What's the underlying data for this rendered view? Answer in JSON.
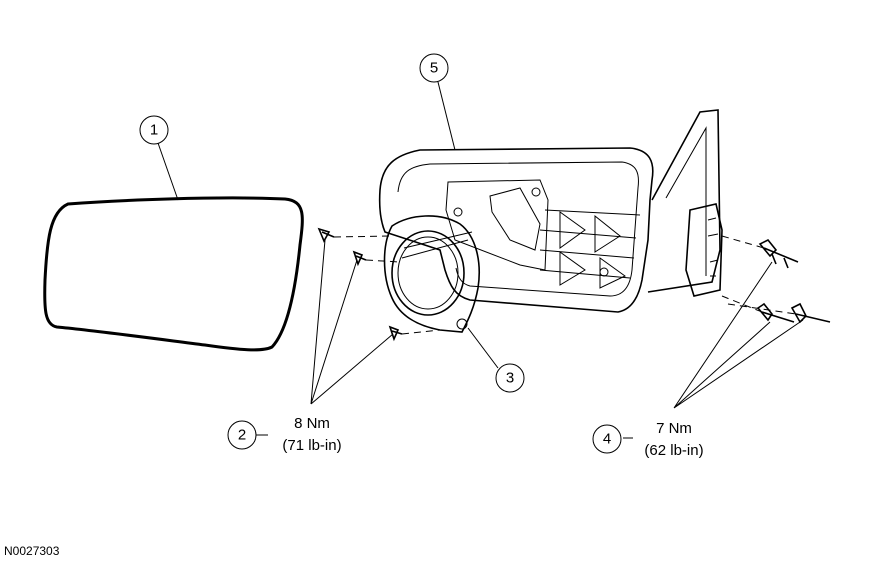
{
  "figure_id": "N0027303",
  "callouts": [
    {
      "number": "1"
    },
    {
      "number": "2",
      "torque_nm": "8 Nm",
      "torque_lbin": "(71 lb-in)"
    },
    {
      "number": "3"
    },
    {
      "number": "4",
      "torque_nm": "7 Nm",
      "torque_lbin": "(62 lb-in)"
    },
    {
      "number": "5"
    }
  ]
}
